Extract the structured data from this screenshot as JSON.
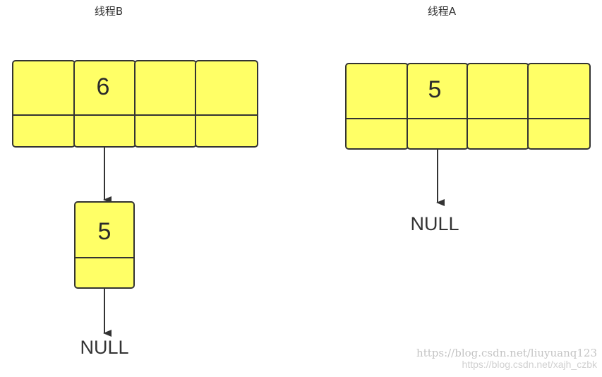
{
  "diagram": {
    "thread_b": {
      "title": "线程B",
      "buckets": [
        "",
        "6",
        "",
        ""
      ],
      "chain": [
        {
          "value": "5"
        }
      ],
      "terminal": "NULL"
    },
    "thread_a": {
      "title": "线程A",
      "buckets": [
        "",
        "5",
        "",
        ""
      ],
      "terminal": "NULL"
    }
  },
  "colors": {
    "cell_fill": "#ffff66",
    "cell_stroke": "#333333",
    "arrow": "#333333"
  },
  "watermark": {
    "line1": "https://blog.csdn.net/liuyuanq123",
    "line2": "https://blog.csdn.net/xajh_czbk"
  }
}
